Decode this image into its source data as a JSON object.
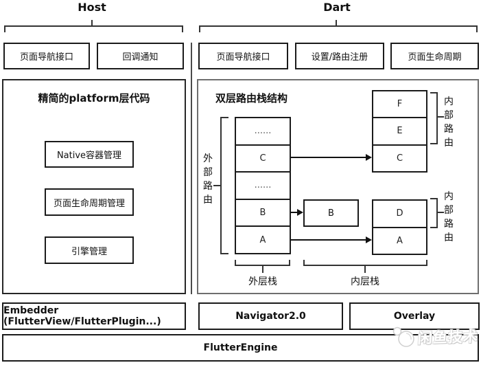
{
  "header": {
    "host": "Host",
    "dart": "Dart"
  },
  "host_panel": {
    "boxes": [
      "页面导航接口",
      "回调通知"
    ],
    "platform": {
      "title": "精简的platform层代码",
      "items": [
        "Native容器管理",
        "页面生命周期管理",
        "引擎管理"
      ]
    }
  },
  "dart_panel": {
    "boxes": [
      "页面导航接口",
      "设置/路由注册",
      "页面生命周期"
    ],
    "stack_diagram": {
      "title": "双层路由栈结构",
      "outer_route_label": "外部路由",
      "inner_route_label_top": "内部路由",
      "inner_route_label_bottom": "内部路由",
      "outer_stack_cells": [
        "......",
        "C",
        "......",
        "B",
        "A"
      ],
      "outer_stack_caption": "外层栈",
      "detached_cell": "B",
      "inner_stack_top_cells": [
        "F",
        "E",
        "C"
      ],
      "inner_stack_bottom_cells": [
        "D",
        "A"
      ],
      "inner_stack_caption": "内层栈"
    }
  },
  "bottom_layers": {
    "embedder": "Embedder (FlutterView/FlutterPlugin...)",
    "navigator": "Navigator2.0",
    "overlay": "Overlay",
    "engine": "FlutterEngine"
  },
  "watermark": {
    "text": "闲鱼技术"
  },
  "colors": {
    "ink": "#1a1a1a",
    "bracket": "#333333",
    "big_box_border_right": "#6e6e6e",
    "watermark_outline": "#cccccc",
    "background": "#ffffff"
  }
}
